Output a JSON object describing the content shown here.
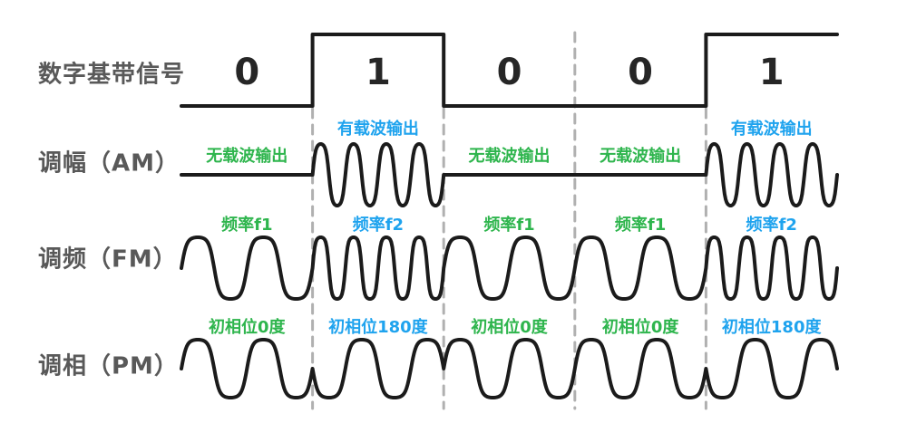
{
  "colors": {
    "bit0_label": "#2eb54d",
    "bit1_label": "#1fa3ee",
    "waveform": "#1b1b1b",
    "divider": "#b0b0b0",
    "row_label": "#595959",
    "digit": "#262626",
    "background": "#ffffff"
  },
  "baseband": {
    "label": "数字基带信号",
    "bits": [
      "0",
      "1",
      "0",
      "0",
      "1"
    ]
  },
  "am": {
    "label": "调幅（AM）",
    "cycles_per_bit": {
      "0": 0,
      "1": 4
    },
    "segments": [
      {
        "bit": "0",
        "text": "无载波输出"
      },
      {
        "bit": "1",
        "text": "有载波输出"
      },
      {
        "bit": "0",
        "text": "无载波输出"
      },
      {
        "bit": "0",
        "text": "无载波输出"
      },
      {
        "bit": "1",
        "text": "有载波输出"
      }
    ]
  },
  "fm": {
    "label": "调频（FM）",
    "cycles_per_bit": {
      "0": 2,
      "1": 4
    },
    "segments": [
      {
        "bit": "0",
        "text": "频率f1"
      },
      {
        "bit": "1",
        "text": "频率f2"
      },
      {
        "bit": "0",
        "text": "频率f1"
      },
      {
        "bit": "0",
        "text": "频率f1"
      },
      {
        "bit": "1",
        "text": "频率f2"
      }
    ]
  },
  "pm": {
    "label": "调相（PM）",
    "cycles_per_bit": {
      "0": 2,
      "1": 2
    },
    "phase_deg": {
      "0": 0,
      "1": 180
    },
    "segments": [
      {
        "bit": "0",
        "text": "初相位0度"
      },
      {
        "bit": "1",
        "text": "初相位180度"
      },
      {
        "bit": "0",
        "text": "初相位0度"
      },
      {
        "bit": "0",
        "text": "初相位0度"
      },
      {
        "bit": "1",
        "text": "初相位180度"
      }
    ]
  }
}
